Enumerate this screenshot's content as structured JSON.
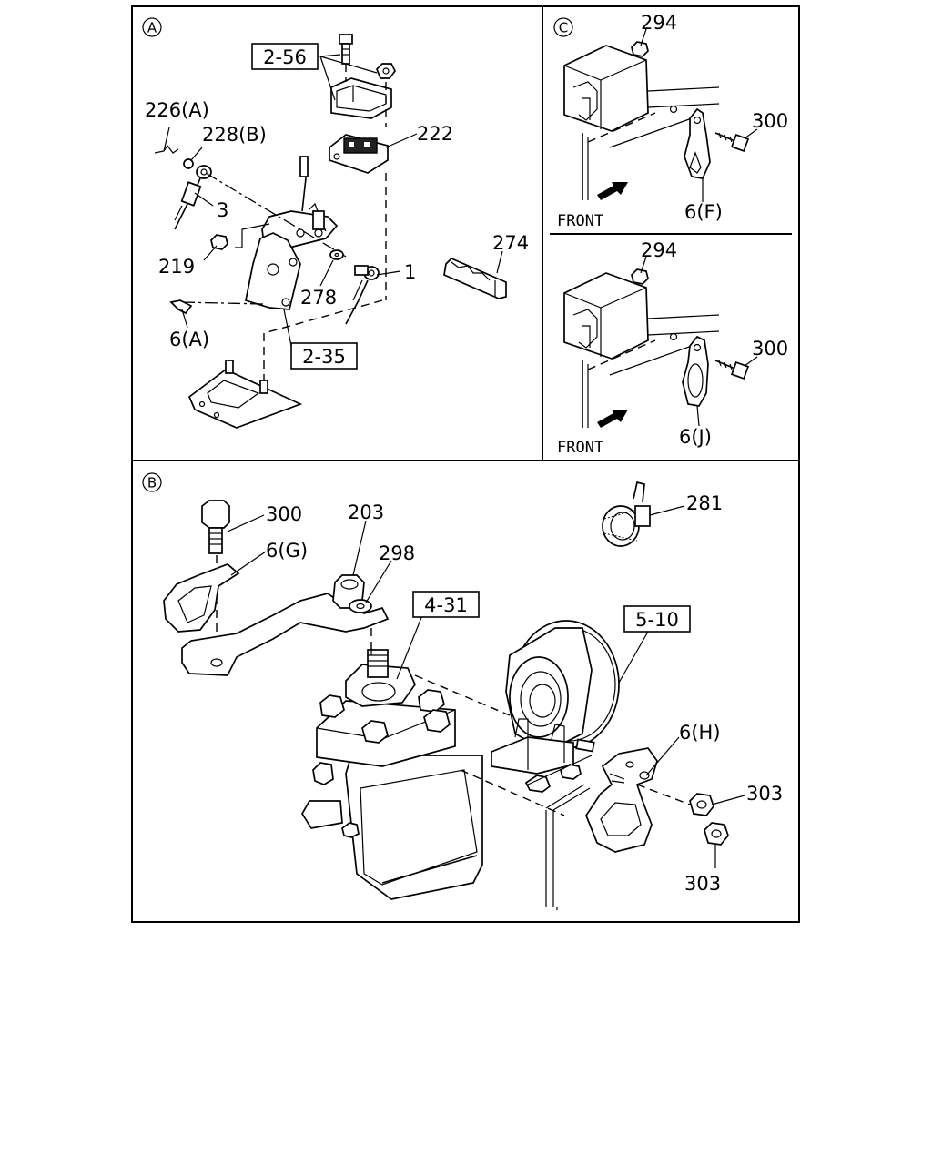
{
  "sections": {
    "a": {
      "marker": "A"
    },
    "b": {
      "marker": "B"
    },
    "c": {
      "marker": "C"
    }
  },
  "labels": {
    "a": {
      "ref_2_56": "2-56",
      "p222": "222",
      "p226a": "226(A)",
      "p228b": "228(B)",
      "p3": "3",
      "p219": "219",
      "p278": "278",
      "p1": "1",
      "p274": "274",
      "p6a": "6(A)",
      "ref_2_35": "2-35"
    },
    "c_top": {
      "p294": "294",
      "p300": "300",
      "p6f": "6(F)",
      "front": "FRONT"
    },
    "c_bottom": {
      "p294": "294",
      "p300": "300",
      "p6j": "6(J)",
      "front": "FRONT"
    },
    "b": {
      "p300": "300",
      "p6g": "6(G)",
      "p203": "203",
      "p298": "298",
      "ref_4_31": "4-31",
      "p281": "281",
      "ref_5_10": "5-10",
      "p6h": "6(H)",
      "p303_upper": "303",
      "p303_lower": "303"
    }
  }
}
